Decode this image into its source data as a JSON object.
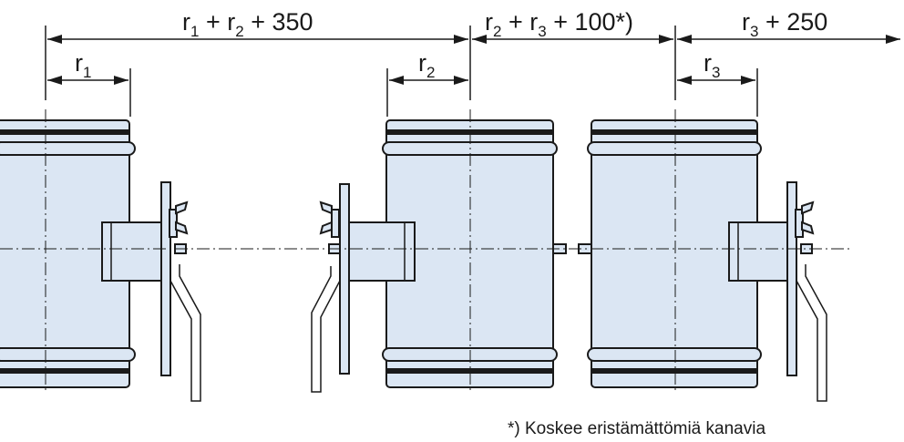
{
  "dimensions": {
    "top_left": {
      "main": "r",
      "sub": "1",
      "mid": " + r",
      "sub2": "2",
      "tail": " + 350"
    },
    "top_mid": {
      "main": "r",
      "sub": "2",
      "mid": " + r",
      "sub2": "3",
      "tail": " + 100*)"
    },
    "top_right": {
      "main": "r",
      "sub": "3",
      "tail": " + 250"
    },
    "r1": {
      "main": "r",
      "sub": "1"
    },
    "r2": {
      "main": "r",
      "sub": "2"
    },
    "r3": {
      "main": "r",
      "sub": "3"
    }
  },
  "footnote": "*) Koskee eristämättömiä kanavia",
  "colors": {
    "body_fill": "#dbe6f3",
    "line": "#1a1a1a"
  }
}
